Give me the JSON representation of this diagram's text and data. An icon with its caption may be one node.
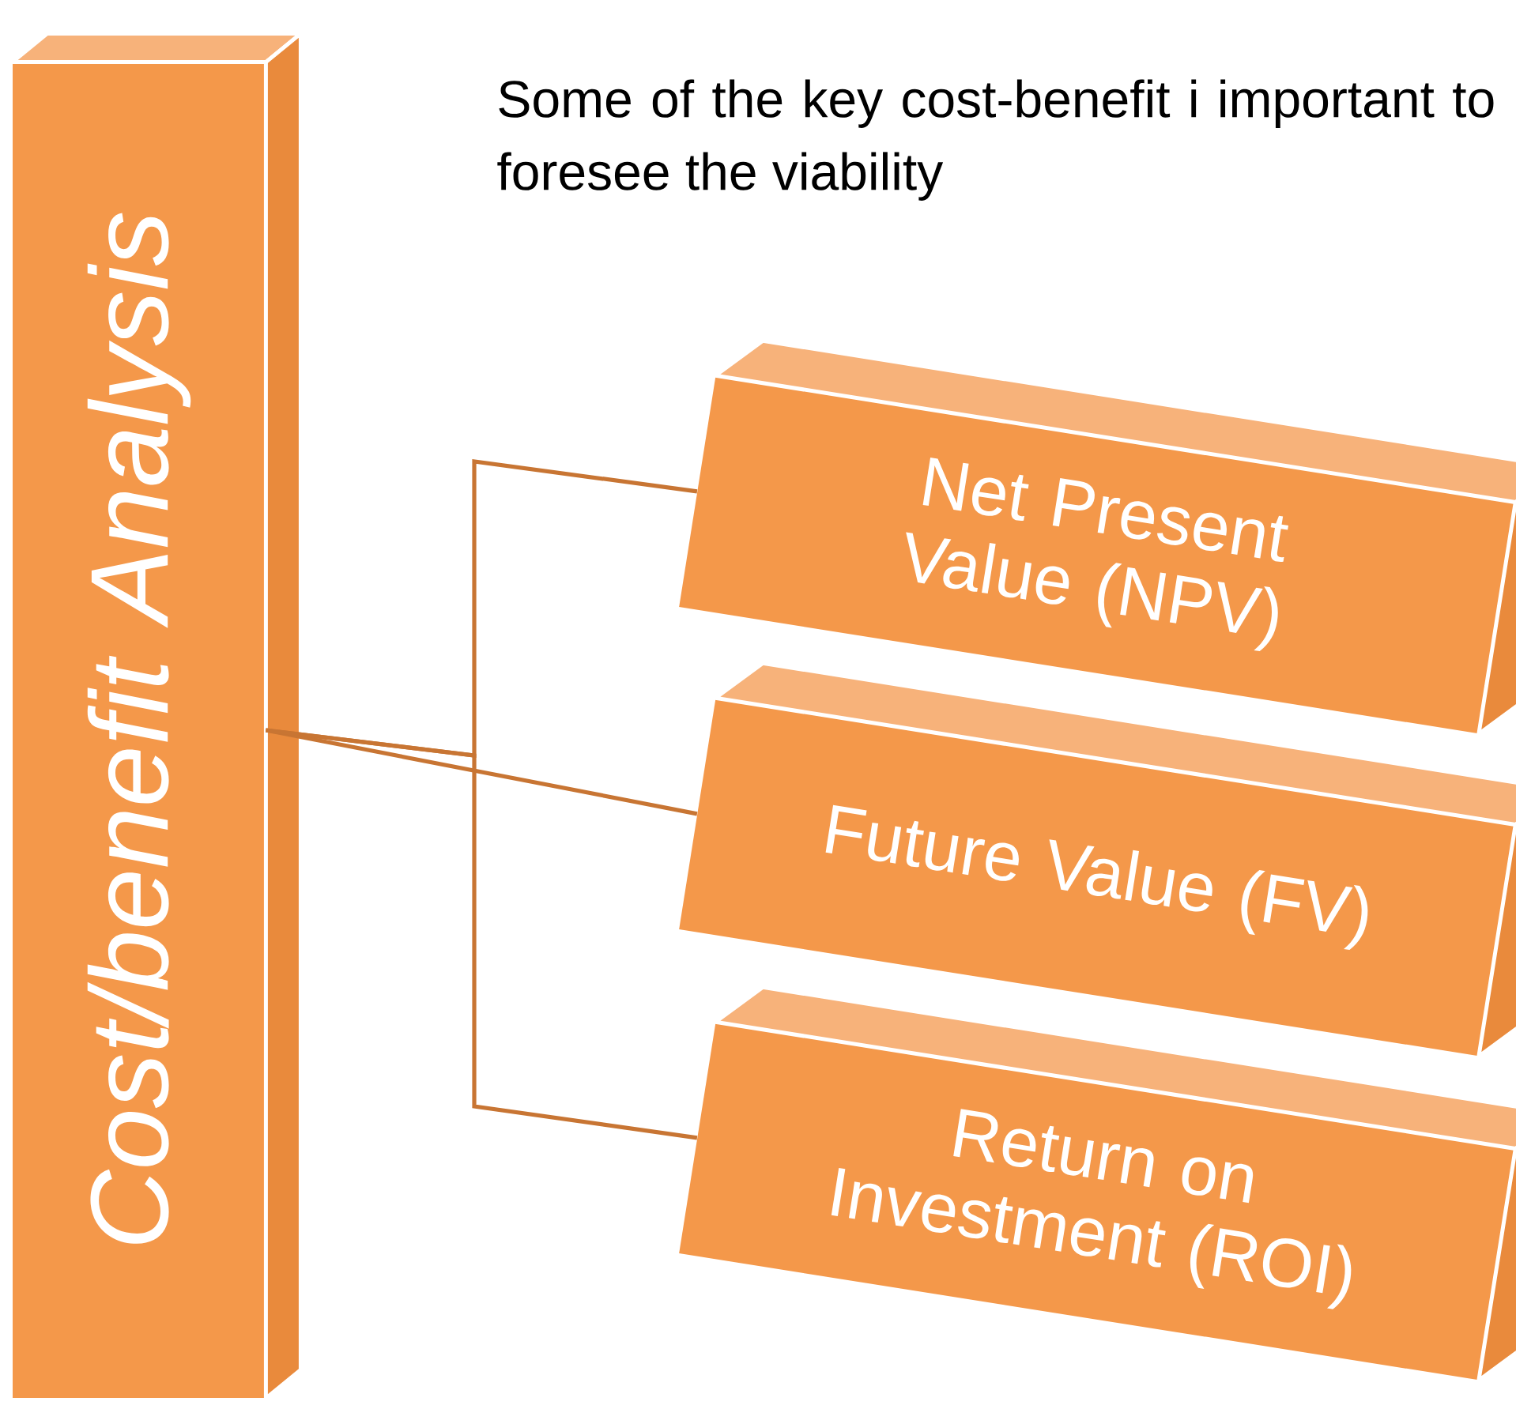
{
  "diagram": {
    "nodes": [
      {
        "text": [
          "Cost/benefit Analysis"
        ]
      },
      {
        "text": [
          "Net Present Value (NPV)"
        ]
      },
      {
        "text": [
          "Future Value (FV)"
        ]
      },
      {
        "text": [
          "Return on Investment (ROI)"
        ]
      }
    ],
    "edges": [
      {
        "from": 0,
        "to": 1,
        "arrow": "none"
      },
      {
        "from": 0,
        "to": 2,
        "arrow": "none"
      },
      {
        "from": 0,
        "to": 3,
        "arrow": "none"
      }
    ],
    "labels": [
      "Some of the key cost-benefit i important to foresee the viability"
    ]
  }
}
